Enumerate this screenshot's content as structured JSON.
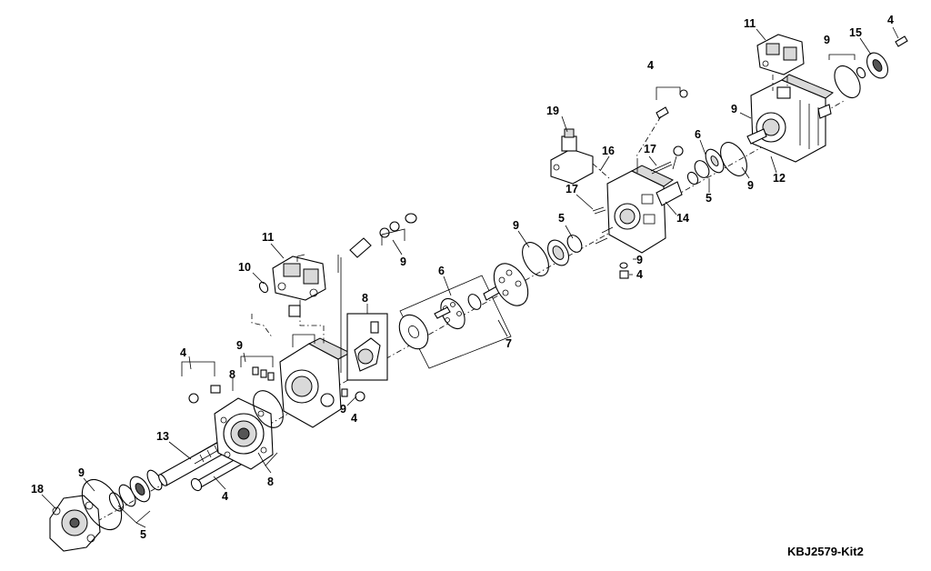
{
  "figure": {
    "reference_code": "KBJ2579-Kit2"
  },
  "callouts": {
    "c18": "18",
    "c9_a": "9",
    "c5_a": "5",
    "c13": "13",
    "c4_a": "4",
    "c8_a": "8",
    "c4_b": "4",
    "c9_b": "9",
    "c8_b": "8",
    "c10": "10",
    "c11_a": "11",
    "c9_c": "9",
    "c8_c": "8",
    "c9_d": "9",
    "c4_c": "4",
    "c6_a": "6",
    "c7": "7",
    "c9_e": "9",
    "c5_b": "5",
    "c19": "19",
    "c16": "16",
    "c17_a": "17",
    "c17_b": "17",
    "c4_d": "4",
    "c14": "14",
    "c9_f": "9",
    "c4_e": "4",
    "c11_b": "11",
    "c9_g": "9",
    "c15": "15",
    "c4_f": "4",
    "c9_h": "9",
    "c6_b": "6",
    "c5_c": "5",
    "c9_i": "9",
    "c12": "12"
  }
}
